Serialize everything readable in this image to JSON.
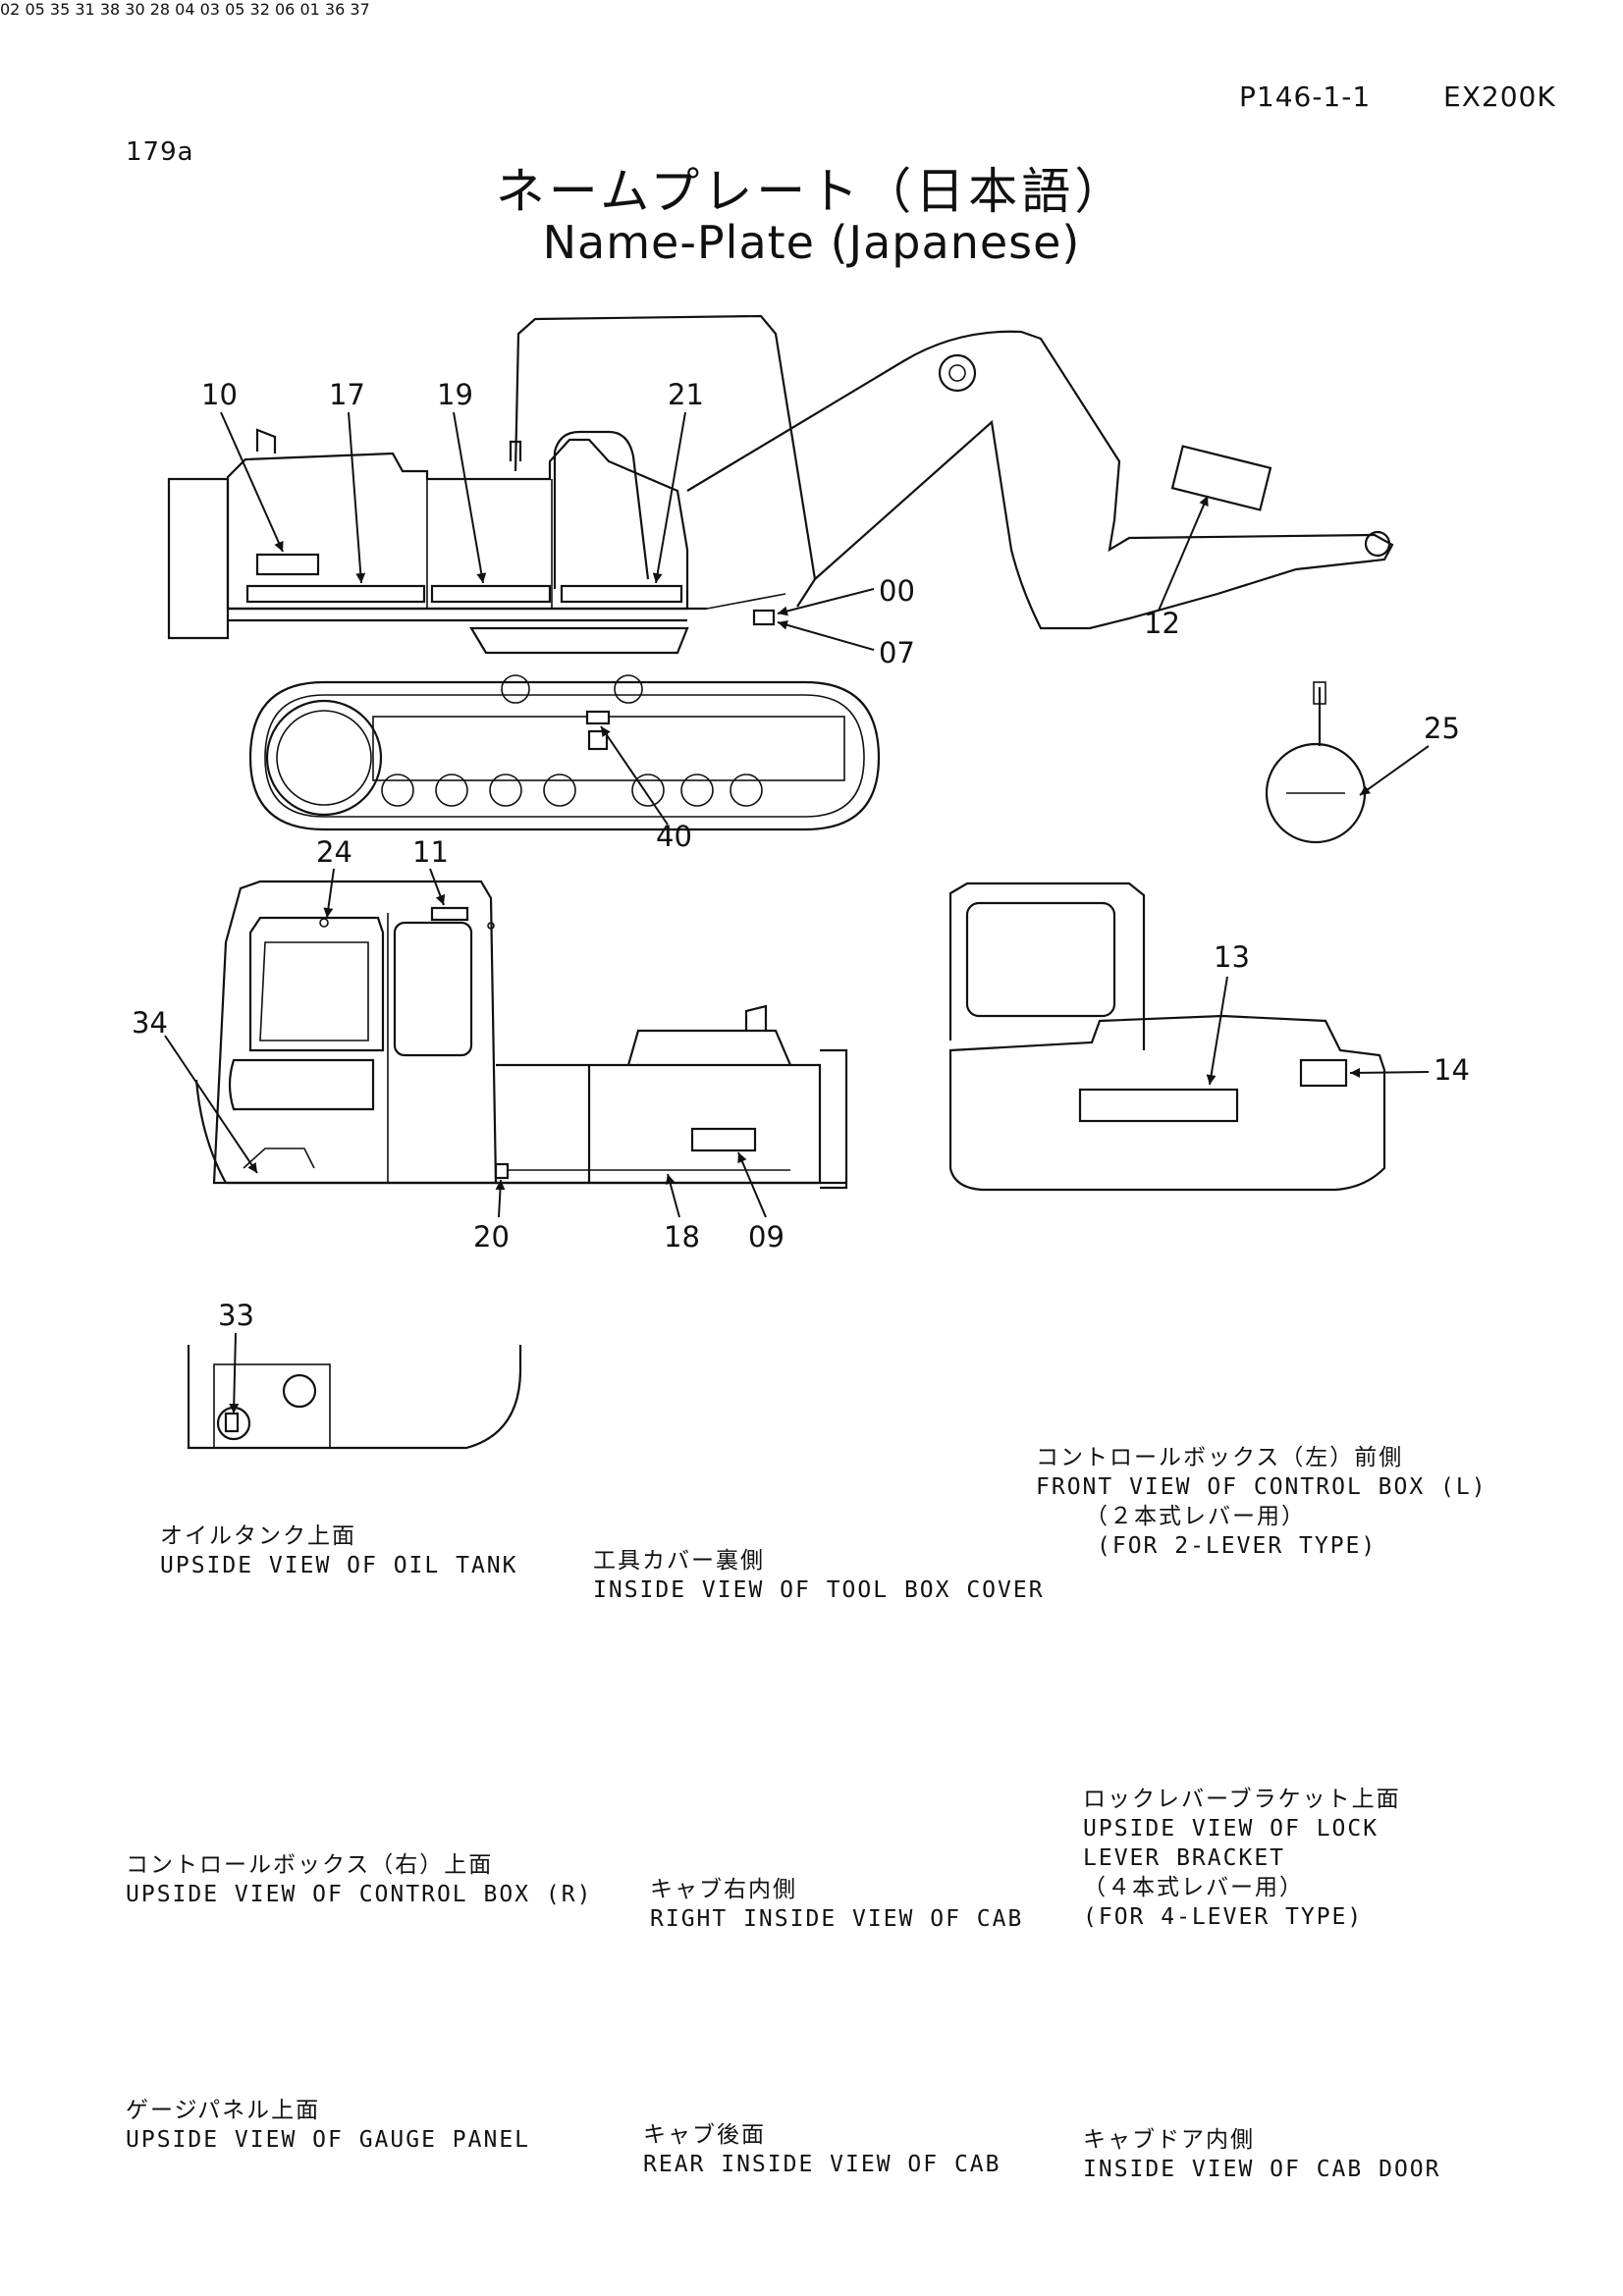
{
  "header": {
    "page_ref": "P146-1-1",
    "model": "EX200K",
    "sheet_code": "179a"
  },
  "title": {
    "japanese": "ネームプレート（日本語）",
    "english": "Name-Plate (Japanese)"
  },
  "callouts": {
    "c10": "10",
    "c17": "17",
    "c19": "19",
    "c21": "21",
    "c00": "00",
    "c07": "07",
    "c12": "12",
    "c40": "40",
    "c25": "25",
    "c24": "24",
    "c11": "11",
    "c34": "34",
    "c20": "20",
    "c18": "18",
    "c09": "09",
    "c13": "13",
    "c14": "14",
    "c33": "33",
    "c02": "02",
    "c05a": "05",
    "c35": "35",
    "c31": "31",
    "c38": "38",
    "c30": "30",
    "c28": "28",
    "c04": "04",
    "c03": "03",
    "c05b": "05",
    "c32": "32",
    "c06": "06",
    "c01": "01",
    "c36": "36",
    "c37": "37"
  },
  "views": {
    "oil_tank": {
      "jp": "オイルタンク上面",
      "en": "UPSIDE VIEW OF OIL TANK"
    },
    "tool_box": {
      "jp": "工具カバー裏側",
      "en": "INSIDE VIEW OF TOOL BOX COVER"
    },
    "control_box_l": {
      "jp": "コントロールボックス（左）前側",
      "en": "FRONT VIEW OF CONTROL BOX (L)",
      "note_jp": "（２本式レバー用）",
      "note_en": "(FOR 2-LEVER TYPE)"
    },
    "control_box_r": {
      "jp": "コントロールボックス（右）上面",
      "en": "UPSIDE VIEW OF CONTROL BOX (R)"
    },
    "cab_right": {
      "jp": "キャブ右内側",
      "en": "RIGHT INSIDE VIEW OF CAB"
    },
    "lock_lever": {
      "jp": "ロックレバーブラケット上面",
      "en1": "UPSIDE VIEW OF LOCK",
      "en2": "LEVER BRACKET",
      "note_jp": "（４本式レバー用）",
      "note_en": "(FOR 4-LEVER TYPE)"
    },
    "gauge_panel": {
      "jp": "ゲージパネル上面",
      "en": "UPSIDE VIEW OF GAUGE PANEL"
    },
    "cab_rear": {
      "jp": "キャブ後面",
      "en": "REAR INSIDE VIEW OF CAB"
    },
    "cab_door": {
      "jp": "キャブドア内側",
      "en": "INSIDE VIEW OF CAB DOOR"
    }
  }
}
